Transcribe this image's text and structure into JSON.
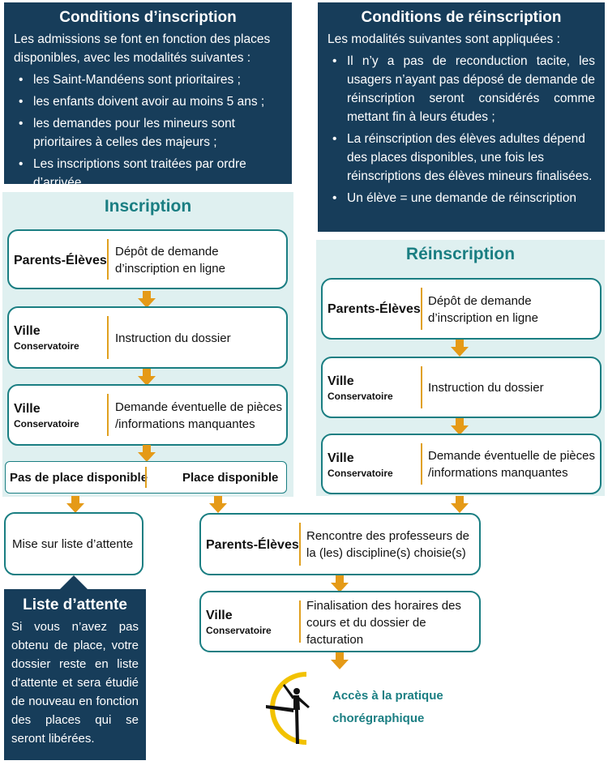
{
  "conditions_inscription": {
    "title": "Conditions d’inscription",
    "intro": "Les admissions se font en fonction des places disponibles, avec les modalités suivantes :",
    "items": [
      "les Saint-Mandéens sont prioritaires ;",
      "les enfants doivent avoir au moins 5 ans ;",
      "les demandes pour les mineurs sont prioritaires à celles des majeurs ;",
      "Les inscriptions sont traitées par ordre d’arrivée."
    ]
  },
  "conditions_reinscription": {
    "title": "Conditions de réinscription",
    "intro": "Les modalités suivantes sont appliquées :",
    "items": [
      "Il n’y a pas de reconduction tacite, les usagers n’ayant pas déposé de demande de réinscription seront considérés comme mettant fin à leurs études ;",
      "La réinscription des élèves adultes dépend des places disponibles, une fois les réinscriptions des élèves mineurs finalisées.",
      "Un élève = une demande de réinscription"
    ]
  },
  "inscription": {
    "title": "Inscription",
    "steps": [
      {
        "actor": "Parents-Élèves",
        "actor_sub": "",
        "text": "Dépôt de demande d’inscription en ligne"
      },
      {
        "actor": "Ville",
        "actor_sub": "Conservatoire",
        "text": "Instruction du dossier"
      },
      {
        "actor": "Ville",
        "actor_sub": "Conservatoire",
        "text": "Demande éventuelle de pièces /informations manquantes"
      }
    ],
    "no_place": "Pas de place disponible",
    "place": "Place disponible"
  },
  "reinscription": {
    "title": "Réinscription",
    "steps": [
      {
        "actor": "Parents-Élèves",
        "actor_sub": "",
        "text": "Dépôt de demande d’inscription en ligne"
      },
      {
        "actor": "Ville",
        "actor_sub": "Conservatoire",
        "text": "Instruction du dossier"
      },
      {
        "actor": "Ville",
        "actor_sub": "Conservatoire",
        "text": "Demande éventuelle de pièces /informations manquantes"
      }
    ]
  },
  "waitlist": {
    "box": "Mise sur liste d’attente",
    "title": "Liste d’attente",
    "text": "Si vous n’avez pas obtenu de place, votre dossier reste en liste d'attente et sera étudié de nouveau en fonction des places qui se seront libérées."
  },
  "final_steps": [
    {
      "actor": "Parents-Élèves",
      "actor_sub": "",
      "text": "Rencontre des professeurs de la (les) discipline(s) choisie(s)"
    },
    {
      "actor": "Ville",
      "actor_sub": "Conservatoire",
      "text": "Finalisation des horaires des cours et du dossier de facturation"
    }
  ],
  "access": {
    "line1": "Accès à la pratique",
    "line2": "chorégraphique",
    "icon": "dancer-icon"
  },
  "colors": {
    "navy": "#173d5a",
    "teal": "#1a7e82",
    "teal_light": "#dff0f0",
    "orange": "#e59a17"
  }
}
